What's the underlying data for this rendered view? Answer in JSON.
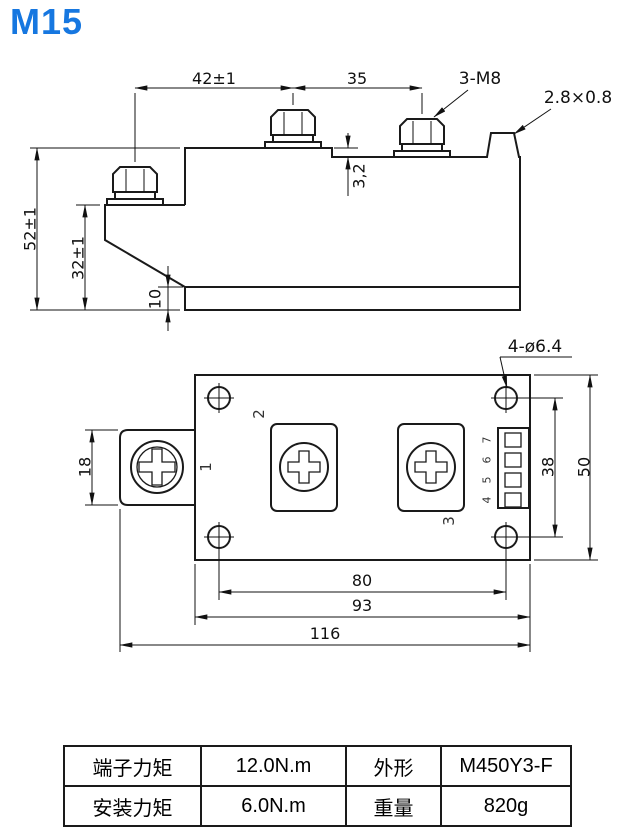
{
  "title": "M15",
  "accent_color": "#1677e0",
  "side_view": {
    "dim_42": "42±1",
    "dim_35": "35",
    "label_bolts": "3-M8",
    "label_fast_on": "2.8×0.8",
    "dim_52": "52±1",
    "dim_32": "32±1",
    "dim_10": "10",
    "dim_3_2": "3,2"
  },
  "top_view": {
    "label_holes": "4-ø6.4",
    "dim_18": "18",
    "dim_38": "38",
    "dim_50": "50",
    "dim_80": "80",
    "dim_93": "93",
    "dim_116": "116",
    "terminal_1": "1",
    "terminal_2": "2",
    "terminal_3": "3",
    "pins": [
      "7",
      "6",
      "5",
      "4"
    ]
  },
  "spec_table": {
    "rows": [
      {
        "label1": "端子力矩",
        "value1": "12.0N.m",
        "label2": "外形",
        "value2": "M450Y3-F"
      },
      {
        "label1": "安装力矩",
        "value1": "6.0N.m",
        "label2": "重量",
        "value2": "820g"
      }
    ]
  }
}
